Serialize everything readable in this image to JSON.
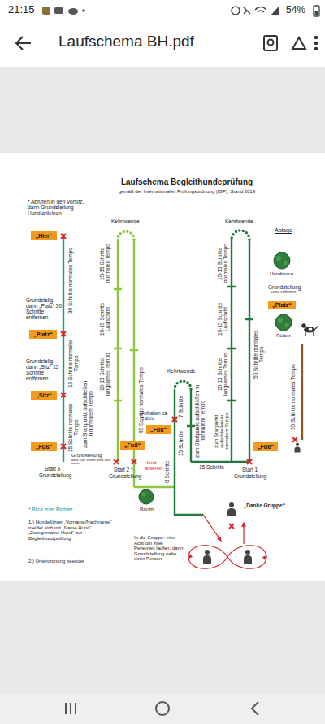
{
  "diagram": {
    "title": "Laufschema Begleithundeprüfung",
    "nodes": [
      {
        "text": [
          "„Hier“"
        ]
      },
      {
        "text": [
          "„Platz“"
        ]
      },
      {
        "text": [
          "„Sitz“"
        ]
      },
      {
        "text": [
          "„Fuß“"
        ]
      },
      {
        "text": [
          "„Fuß“"
        ]
      },
      {
        "text": [
          "„Fuß“"
        ]
      },
      {
        "text": [
          "„Fuß“"
        ]
      },
      {
        "text": [
          "„Platz“"
        ]
      }
    ],
    "labels": [
      "21:15",
      "54%",
      "Laufschema BH.pdf",
      "gemäß der Internationalen Prüfungsordnung (IGP), Stand 2019",
      "* Abrufen in den Vorsitz, dann Grundstellung Hund anleinen",
      "Kehrtwende",
      "Kehrtwende",
      "Ablage",
      "30 Schritte normales Tempo",
      "10-15 Schritte normales Tempo",
      "10-15 Schritte Laufschritt",
      "10-15 Schritte langsames Tempo",
      "zum Startpunkt aufschließen in normalem Tempo",
      "50 Schritte normales Tempo",
      "Hündinnen",
      "Grundstellung",
      "Leine entfernen",
      "Rüden",
      "Grundstellg. dann „Platz“ 30 Schritte entfernen",
      "10-15 Schritte normales Tempo",
      "10-15 Schritte Laufschritt",
      "10-15 Schritte langsames Tempo",
      "zum Startpunkt aufschließen in normalem Tempo",
      "50 Schritte normales Tempo",
      "30 Schritte normales Tempo",
      "Grundstellg. dann „Sitz“ 15 Schritte entfernen",
      "15 Schritte normales Tempo",
      "Kehrtwende",
      "7 Schritte",
      "zum Startpunkt aufschließen in normalem Tempo",
      "15 Schritte",
      "Anhalten ca. 3 Sek.",
      "15 Schritte normales Tempo",
      "8 Schritte",
      "Hund ableinen",
      "Start 3",
      "Grundstellung",
      "Grundstellung",
      "Blick zum Verein beim Zelt weiter",
      "Start 2 *",
      "Grundstellung",
      "15 Schritte",
      "Start 1",
      "Grundstellung",
      "* Blick zum Richter",
      "Baum",
      "„Danke Gruppe“",
      "1.) Hundeführer „Vorname/Nachname“ meldet sich mit „Name Hund“ „Zwingername Hund“ zur Begleithundprüfung",
      "In die Gruppe: eine Acht um zwei Personen laufen, dann Grundstellung nahe einer Person",
      "2.) Unterordnung beendet"
    ]
  }
}
